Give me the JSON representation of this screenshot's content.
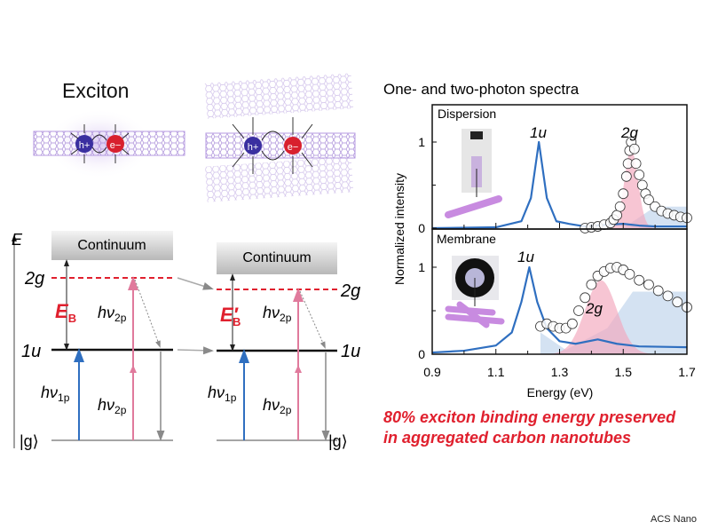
{
  "illustration": {
    "title": "Exciton",
    "hole_label": "h+",
    "electron_label": "e−"
  },
  "diagram": {
    "axis_label": "E",
    "continuum_label": "Continuum",
    "level_2g": "2g",
    "level_1u": "1u",
    "ground_label": "|g⟩",
    "binding_energy": "E",
    "binding_sub": "B",
    "binding_energy_prime": "E′",
    "hv": "hν",
    "sub_2p": "2p",
    "sub_1p": "1p",
    "colors": {
      "red": "#e0202e",
      "blue": "#2f6fc0",
      "pink": "#e07a9c",
      "grey": "#8a8a8a"
    }
  },
  "chart_data": {
    "type": "line",
    "title": "One- and two-photon spectra",
    "xlabel": "Energy (eV)",
    "ylabel": "Normalized intensity",
    "xlim": [
      0.9,
      1.7
    ],
    "xticks": [
      "0.9",
      "1.1",
      "1.3",
      "1.5",
      "1.7"
    ],
    "yticks": [
      "0",
      "1"
    ],
    "panels": [
      {
        "label": "Dispersion",
        "peak_1u": "1u",
        "peak_2g": "2g",
        "one_photon": {
          "x": [
            0.9,
            1.1,
            1.18,
            1.21,
            1.235,
            1.26,
            1.29,
            1.33,
            1.38,
            1.45,
            1.5,
            1.55,
            1.6,
            1.7
          ],
          "y": [
            0,
            0.01,
            0.08,
            0.35,
            1,
            0.35,
            0.08,
            0.05,
            0.02,
            0.04,
            0.05,
            0.03,
            0.02,
            0.02
          ]
        },
        "two_photon": {
          "x": [
            1.38,
            1.4,
            1.42,
            1.44,
            1.46,
            1.47,
            1.48,
            1.49,
            1.5,
            1.51,
            1.515,
            1.52,
            1.525,
            1.535,
            1.54,
            1.55,
            1.56,
            1.57,
            1.58,
            1.6,
            1.62,
            1.64,
            1.66,
            1.68,
            1.7
          ],
          "y": [
            0,
            0.01,
            0.02,
            0.04,
            0.06,
            0.1,
            0.15,
            0.25,
            0.4,
            0.6,
            0.75,
            0.9,
            1.0,
            0.92,
            0.75,
            0.62,
            0.5,
            0.4,
            0.33,
            0.25,
            0.2,
            0.17,
            0.15,
            0.13,
            0.12
          ]
        },
        "fit_2g": {
          "center": 1.525,
          "width": 0.03,
          "amp": 0.92
        },
        "fit_continuum": {
          "onset": 1.52,
          "amp": 0.25
        }
      },
      {
        "label": "Membrane",
        "peak_1u": "1u",
        "peak_2g": "2g",
        "one_photon": {
          "x": [
            0.9,
            1.0,
            1.1,
            1.15,
            1.18,
            1.205,
            1.23,
            1.26,
            1.3,
            1.35,
            1.42,
            1.48,
            1.55,
            1.7
          ],
          "y": [
            0.02,
            0.04,
            0.1,
            0.25,
            0.6,
            1.0,
            0.6,
            0.3,
            0.15,
            0.12,
            0.17,
            0.12,
            0.09,
            0.08
          ]
        },
        "two_photon": {
          "x": [
            1.24,
            1.26,
            1.28,
            1.3,
            1.32,
            1.34,
            1.36,
            1.38,
            1.4,
            1.42,
            1.44,
            1.46,
            1.48,
            1.5,
            1.52,
            1.55,
            1.58,
            1.61,
            1.64,
            1.67,
            1.7
          ],
          "y": [
            0.32,
            0.35,
            0.32,
            0.3,
            0.3,
            0.35,
            0.5,
            0.65,
            0.8,
            0.9,
            0.95,
            0.99,
            1.0,
            0.97,
            0.92,
            0.85,
            0.8,
            0.73,
            0.67,
            0.6,
            0.54
          ]
        },
        "fit_2g": {
          "center": 1.43,
          "width": 0.07,
          "amp": 0.85
        },
        "fit_continuum": {
          "onset": 1.45,
          "amp": 0.72
        }
      }
    ]
  },
  "caption": {
    "line1": "80% exciton binding energy preserved",
    "line2": "in aggregated carbon nanotubes"
  },
  "credit": "ACS Nano"
}
